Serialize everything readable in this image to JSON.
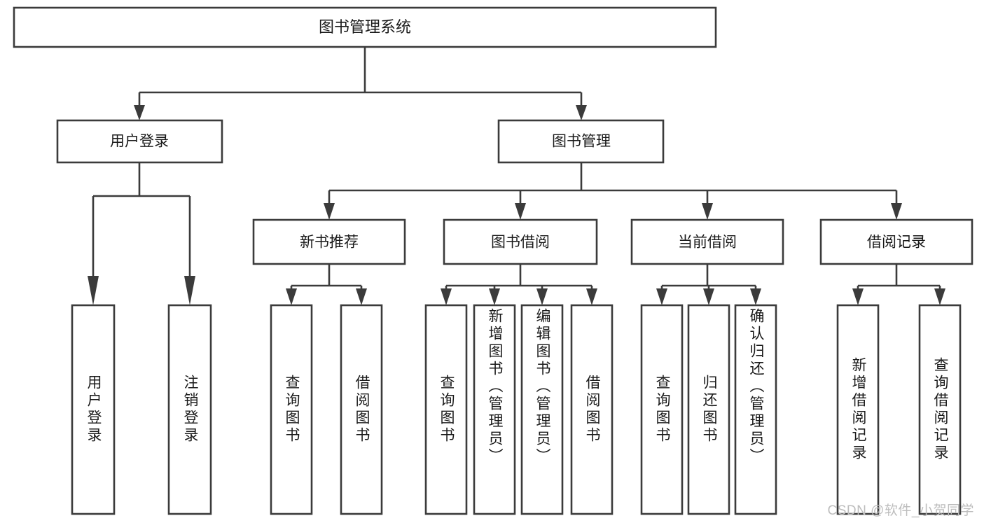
{
  "diagram": {
    "type": "tree-hierarchy",
    "title": "图书管理系统",
    "watermark": "CSDN @软件_小贺同学",
    "style": {
      "box_fill": "#ffffff",
      "box_stroke": "#3b3b3b",
      "text_color": "#1a1a1a",
      "background": "#ffffff",
      "watermark_color": "#bdbdbd"
    },
    "levels": {
      "root": {
        "label": "图书管理系统"
      },
      "level2": [
        {
          "label": "用户登录"
        },
        {
          "label": "图书管理"
        }
      ],
      "level3": [
        {
          "label": "新书推荐"
        },
        {
          "label": "图书借阅"
        },
        {
          "label": "当前借阅"
        },
        {
          "label": "借阅记录"
        }
      ]
    },
    "leaves": {
      "user_login": [
        {
          "label": "用户登录"
        },
        {
          "label": "注销登录"
        }
      ],
      "new_book_recommend": [
        {
          "label": "查询图书"
        },
        {
          "label": "借阅图书"
        }
      ],
      "book_borrow": [
        {
          "label": "查询图书"
        },
        {
          "label": "新增图书（管理员）"
        },
        {
          "label": "编辑图书（管理员）"
        },
        {
          "label": "借阅图书"
        }
      ],
      "current_borrow": [
        {
          "label": "查询图书"
        },
        {
          "label": "归还图书"
        },
        {
          "label": "确认归还（管理员）"
        }
      ],
      "borrow_record": [
        {
          "label": "新增借阅记录"
        },
        {
          "label": "查询借阅记录"
        }
      ]
    }
  }
}
